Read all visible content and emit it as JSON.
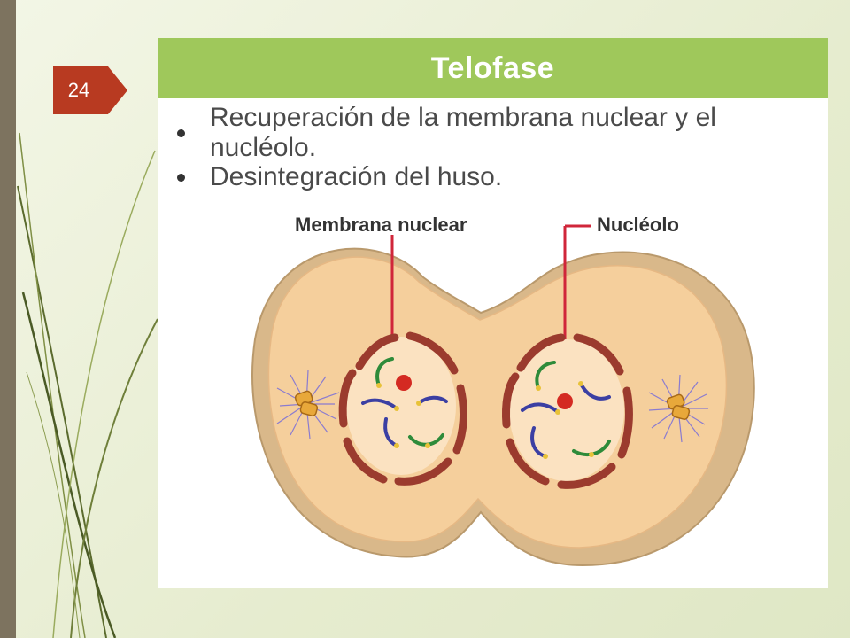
{
  "slide": {
    "number": "24"
  },
  "panel": {
    "title": "Telofase",
    "bullets": [
      "Recuperación de la membrana nuclear y el nucléolo.",
      "Desintegración del huso."
    ]
  },
  "diagram": {
    "labels": {
      "nuclear_membrane": "Membrana nuclear",
      "nucleolus": "Nucléolo"
    }
  },
  "colors": {
    "header_green": "#9fc85b",
    "badge_red": "#b83a21",
    "membrane_red": "#9b3b2e",
    "nucleolus_red": "#d42a22",
    "cytoplasm": "#f5cf9c",
    "label_line": "#d0263a"
  }
}
